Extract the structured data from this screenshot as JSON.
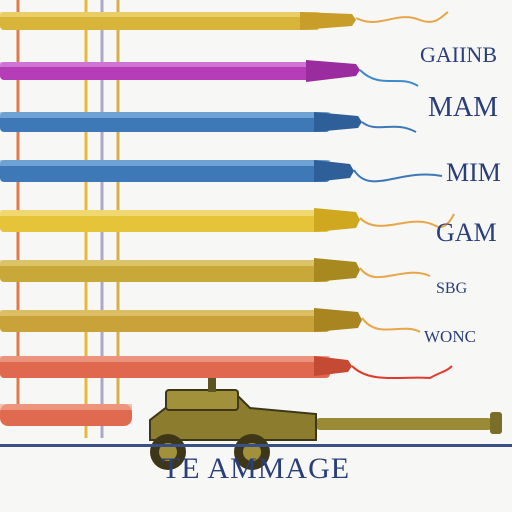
{
  "labels": [
    "GAIINB",
    "MAM",
    "MIM",
    "GAM",
    "SBG",
    "WONC"
  ],
  "footer": {
    "title": "TE AMMAGE"
  },
  "colors": {
    "text": "#2a3f7a",
    "barrels": [
      "#d9b43a",
      "#b63db8",
      "#3f78b6",
      "#3f78b6",
      "#e6c43a",
      "#c9a83a",
      "#c9a23a",
      "#e0684f",
      "#e06a50"
    ]
  }
}
